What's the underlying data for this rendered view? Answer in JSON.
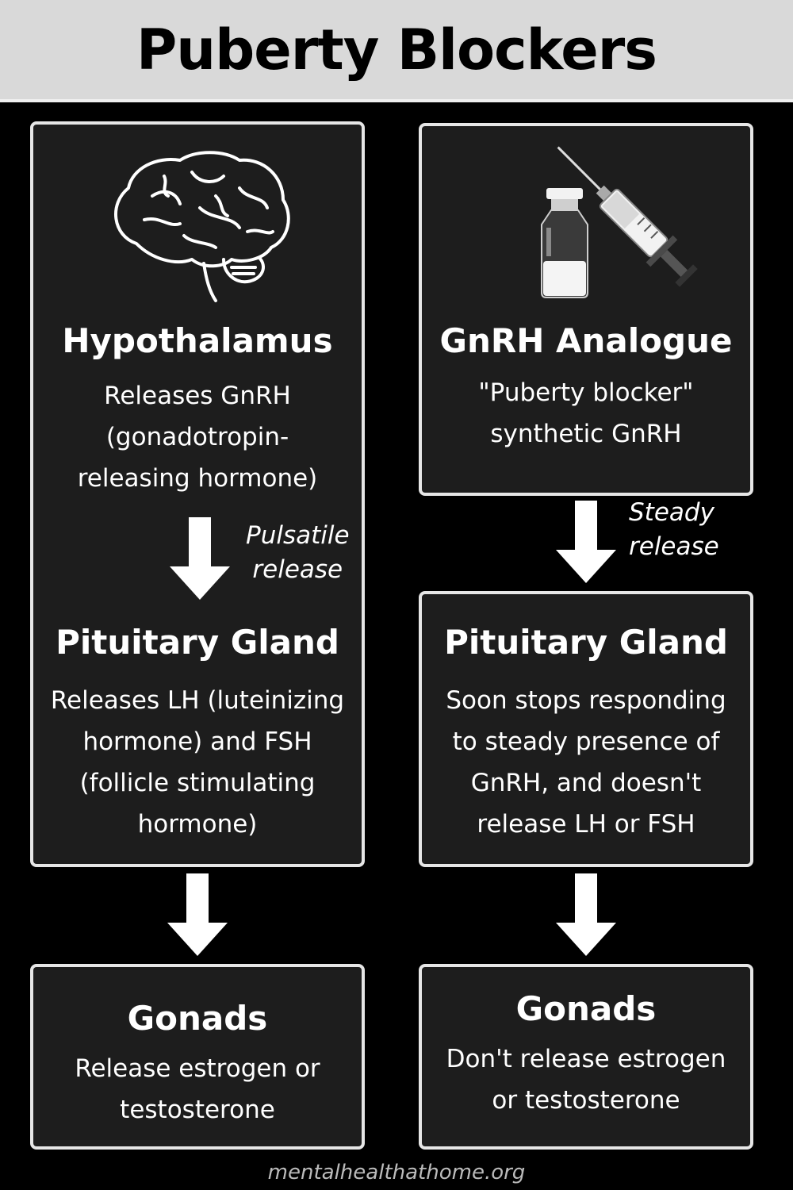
{
  "title": "Puberty Blockers",
  "left": {
    "hypothalamus": {
      "title": "Hypothalamus",
      "lines": [
        "Releases GnRH",
        "(gonadotropin-",
        "releasing hormone)"
      ]
    },
    "arrow_label": [
      "Pulsatile",
      "release"
    ],
    "pituitary": {
      "title": "Pituitary Gland",
      "lines": [
        "Releases LH (luteinizing",
        "hormone) and FSH",
        "(follicle stimulating",
        "hormone)"
      ]
    },
    "gonads": {
      "title": "Gonads",
      "lines": [
        "Release estrogen or",
        "testosterone"
      ]
    }
  },
  "right": {
    "analogue": {
      "title": "GnRH Analogue",
      "lines": [
        "\"Puberty blocker\"",
        "synthetic GnRH"
      ]
    },
    "arrow_label": [
      "Steady",
      "release"
    ],
    "pituitary": {
      "title": "Pituitary Gland",
      "lines": [
        "Soon stops responding",
        "to steady presence of",
        "GnRH, and doesn't",
        "release LH or FSH"
      ]
    },
    "gonads": {
      "title": "Gonads",
      "lines": [
        "Don't release estrogen",
        "or testosterone"
      ]
    }
  },
  "footer": "mentalhealthathome.org",
  "icons": [
    "brain-icon",
    "vial-icon",
    "syringe-icon",
    "down-arrow-icon"
  ],
  "colors": {
    "background": "#000000",
    "header": "#d9d9d9",
    "box": "#1d1d1d",
    "border": "#e6e6e6"
  }
}
